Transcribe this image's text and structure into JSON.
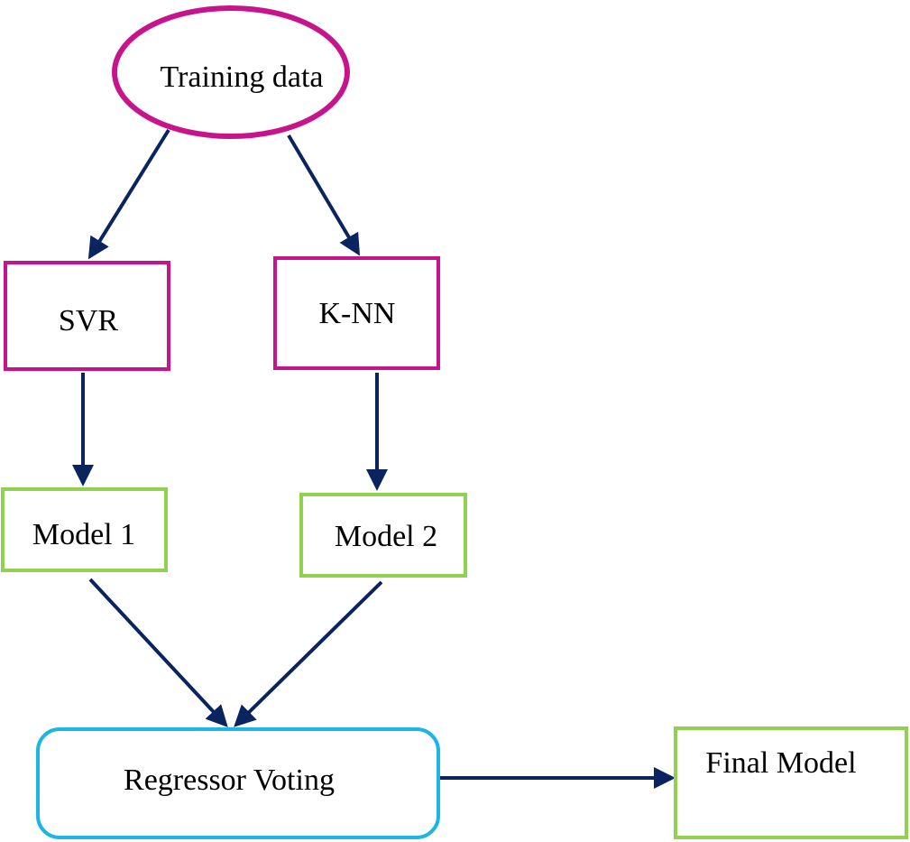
{
  "colors": {
    "oval_stroke": "#C8148C",
    "algorithm_stroke": "#C8148C",
    "model_stroke": "#92D050",
    "voting_stroke": "#1EB4E6",
    "arrow": "#0A2460",
    "text": "#000000"
  },
  "nodes": {
    "training_data": {
      "label": "Training data"
    },
    "svr": {
      "label": "SVR"
    },
    "knn": {
      "label": "K-NN"
    },
    "model1": {
      "label": "Model 1"
    },
    "model2": {
      "label": "Model 2"
    },
    "voting": {
      "label": "Regressor Voting"
    },
    "final_model": {
      "label": "Final Model"
    }
  },
  "edges": [
    {
      "from": "training_data",
      "to": "svr"
    },
    {
      "from": "training_data",
      "to": "knn"
    },
    {
      "from": "svr",
      "to": "model1"
    },
    {
      "from": "knn",
      "to": "model2"
    },
    {
      "from": "model1",
      "to": "voting"
    },
    {
      "from": "model2",
      "to": "voting"
    },
    {
      "from": "voting",
      "to": "final_model"
    }
  ]
}
